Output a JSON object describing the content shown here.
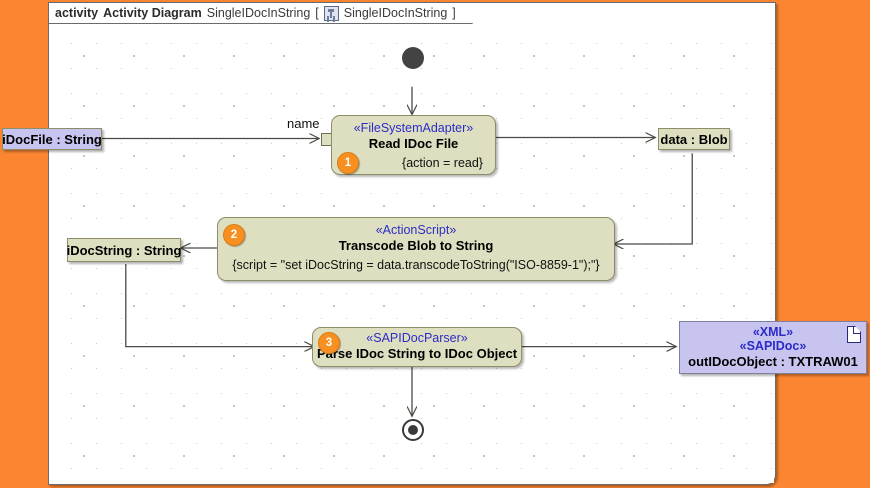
{
  "frame": {
    "keyword": "activity",
    "type_label": "Activity Diagram",
    "name": "SingleIDocInString",
    "bracket_open": "[",
    "bracket_close": "]",
    "qualifier": "SingleIDocInString",
    "icon": "activity-diagram-icon"
  },
  "colors": {
    "canvas_surround": "#fb8530",
    "canvas": "#ffffff",
    "action_fill": "#dedfc0",
    "action_border": "#8d8d6a",
    "object_lavender": "#c8c4f0",
    "stereotype_text": "#2c2cc8",
    "badge": "#f79020",
    "edge": "#4a4a45"
  },
  "nodes": {
    "initial": {
      "name": "initial-node"
    },
    "final": {
      "name": "activity-final-node"
    },
    "action1": {
      "stereotype": "«FileSystemAdapter»",
      "title": "Read IDoc File",
      "constraint": "{action = read}",
      "badge": "1"
    },
    "action2": {
      "stereotype": "«ActionScript»",
      "title": "Transcode Blob to String",
      "constraint": "{script = \"set iDocString = data.transcodeToString(\"ISO-8859-1\");\"}",
      "badge": "2"
    },
    "action3": {
      "stereotype": "«SAPIDocParser»",
      "title": "Parse IDoc String to IDoc Object",
      "constraint": "",
      "badge": "3"
    }
  },
  "objects": {
    "idocfile": {
      "label": "iDocFile : String"
    },
    "data_blob": {
      "label": "data : Blob"
    },
    "idocstring": {
      "label": "iDocString : String"
    },
    "out_idoc": {
      "stereotype1": "«XML»",
      "stereotype2": "«SAPIDoc»",
      "label": "outIDocObject : TXTRAW01",
      "icon": "document-icon"
    }
  },
  "pins": {
    "name_pin": {
      "label": "name"
    }
  }
}
